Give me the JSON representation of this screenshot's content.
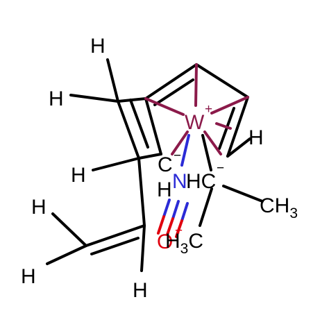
{
  "molecule": {
    "atoms": {
      "tungsten": {
        "symbol": "W",
        "charge": "+"
      },
      "methylidyne_c": {
        "symbol": "C",
        "charge": "−"
      },
      "nitrogen": {
        "symbol": "N"
      },
      "oxygen": {
        "symbol": "O",
        "charge": "+"
      },
      "hc_center": {
        "symbol": "HC",
        "charge": "−"
      },
      "methyl_right": {
        "symbol": "CH",
        "sub": "3"
      },
      "methyl_bottom": {
        "symbol": "H",
        "sub": "3",
        "tail": "C"
      },
      "h_cp_right": {
        "symbol": "H"
      },
      "h_vinyl_top": {
        "symbol": "H"
      },
      "h_vinyl_left": {
        "symbol": "H"
      },
      "h_mid_left": {
        "symbol": "H"
      },
      "h_nh": {
        "symbol": "H"
      },
      "h_terminal_1": {
        "symbol": "H"
      },
      "h_terminal_2": {
        "symbol": "H"
      },
      "h_bottom": {
        "symbol": "H"
      }
    },
    "colors": {
      "bond": "#000000",
      "tungsten": "#8b1a4a",
      "nitrogen": "#2b2bd6",
      "oxygen": "#e0000e",
      "text": "#000000"
    }
  }
}
